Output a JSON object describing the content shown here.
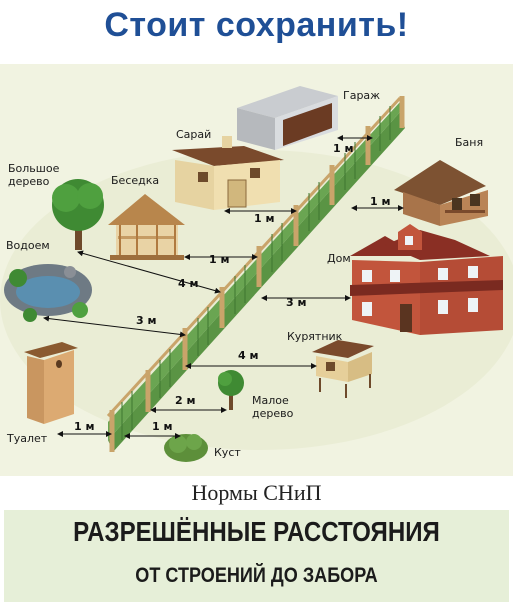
{
  "header": {
    "title": "Стоит сохранить!"
  },
  "objects": {
    "garage": "Гараж",
    "shed": "Сарай",
    "bath": "Баня",
    "big_tree": "Большое дерево",
    "gazebo": "Беседка",
    "pond": "Водоем",
    "house": "Дом",
    "chicken_coop": "Курятник",
    "small_tree": "Малое дерево",
    "toilet": "Туалет",
    "bush": "Куст"
  },
  "distances": {
    "garage": "1 м",
    "shed": "1 м",
    "bath": "1 м",
    "gazebo": "1 м",
    "big_tree": "4 м",
    "pond": "3 м",
    "house": "3 м",
    "chicken_coop": "4 м",
    "small_tree": "2 м",
    "toilet": "1 м",
    "bush": "1 м"
  },
  "footer": {
    "norms": "Нормы СНиП",
    "line1": "РАЗРЕШЁННЫЕ РАССТОЯНИЯ",
    "line2": "ОТ СТРОЕНИЙ ДО ЗАБОРА"
  },
  "colors": {
    "title_blue": "#1f4f96",
    "fence_green": "#4c8a3a",
    "fence_post": "#c9a46a",
    "house_brick": "#b84a35",
    "band_green": "#e6efd8"
  }
}
